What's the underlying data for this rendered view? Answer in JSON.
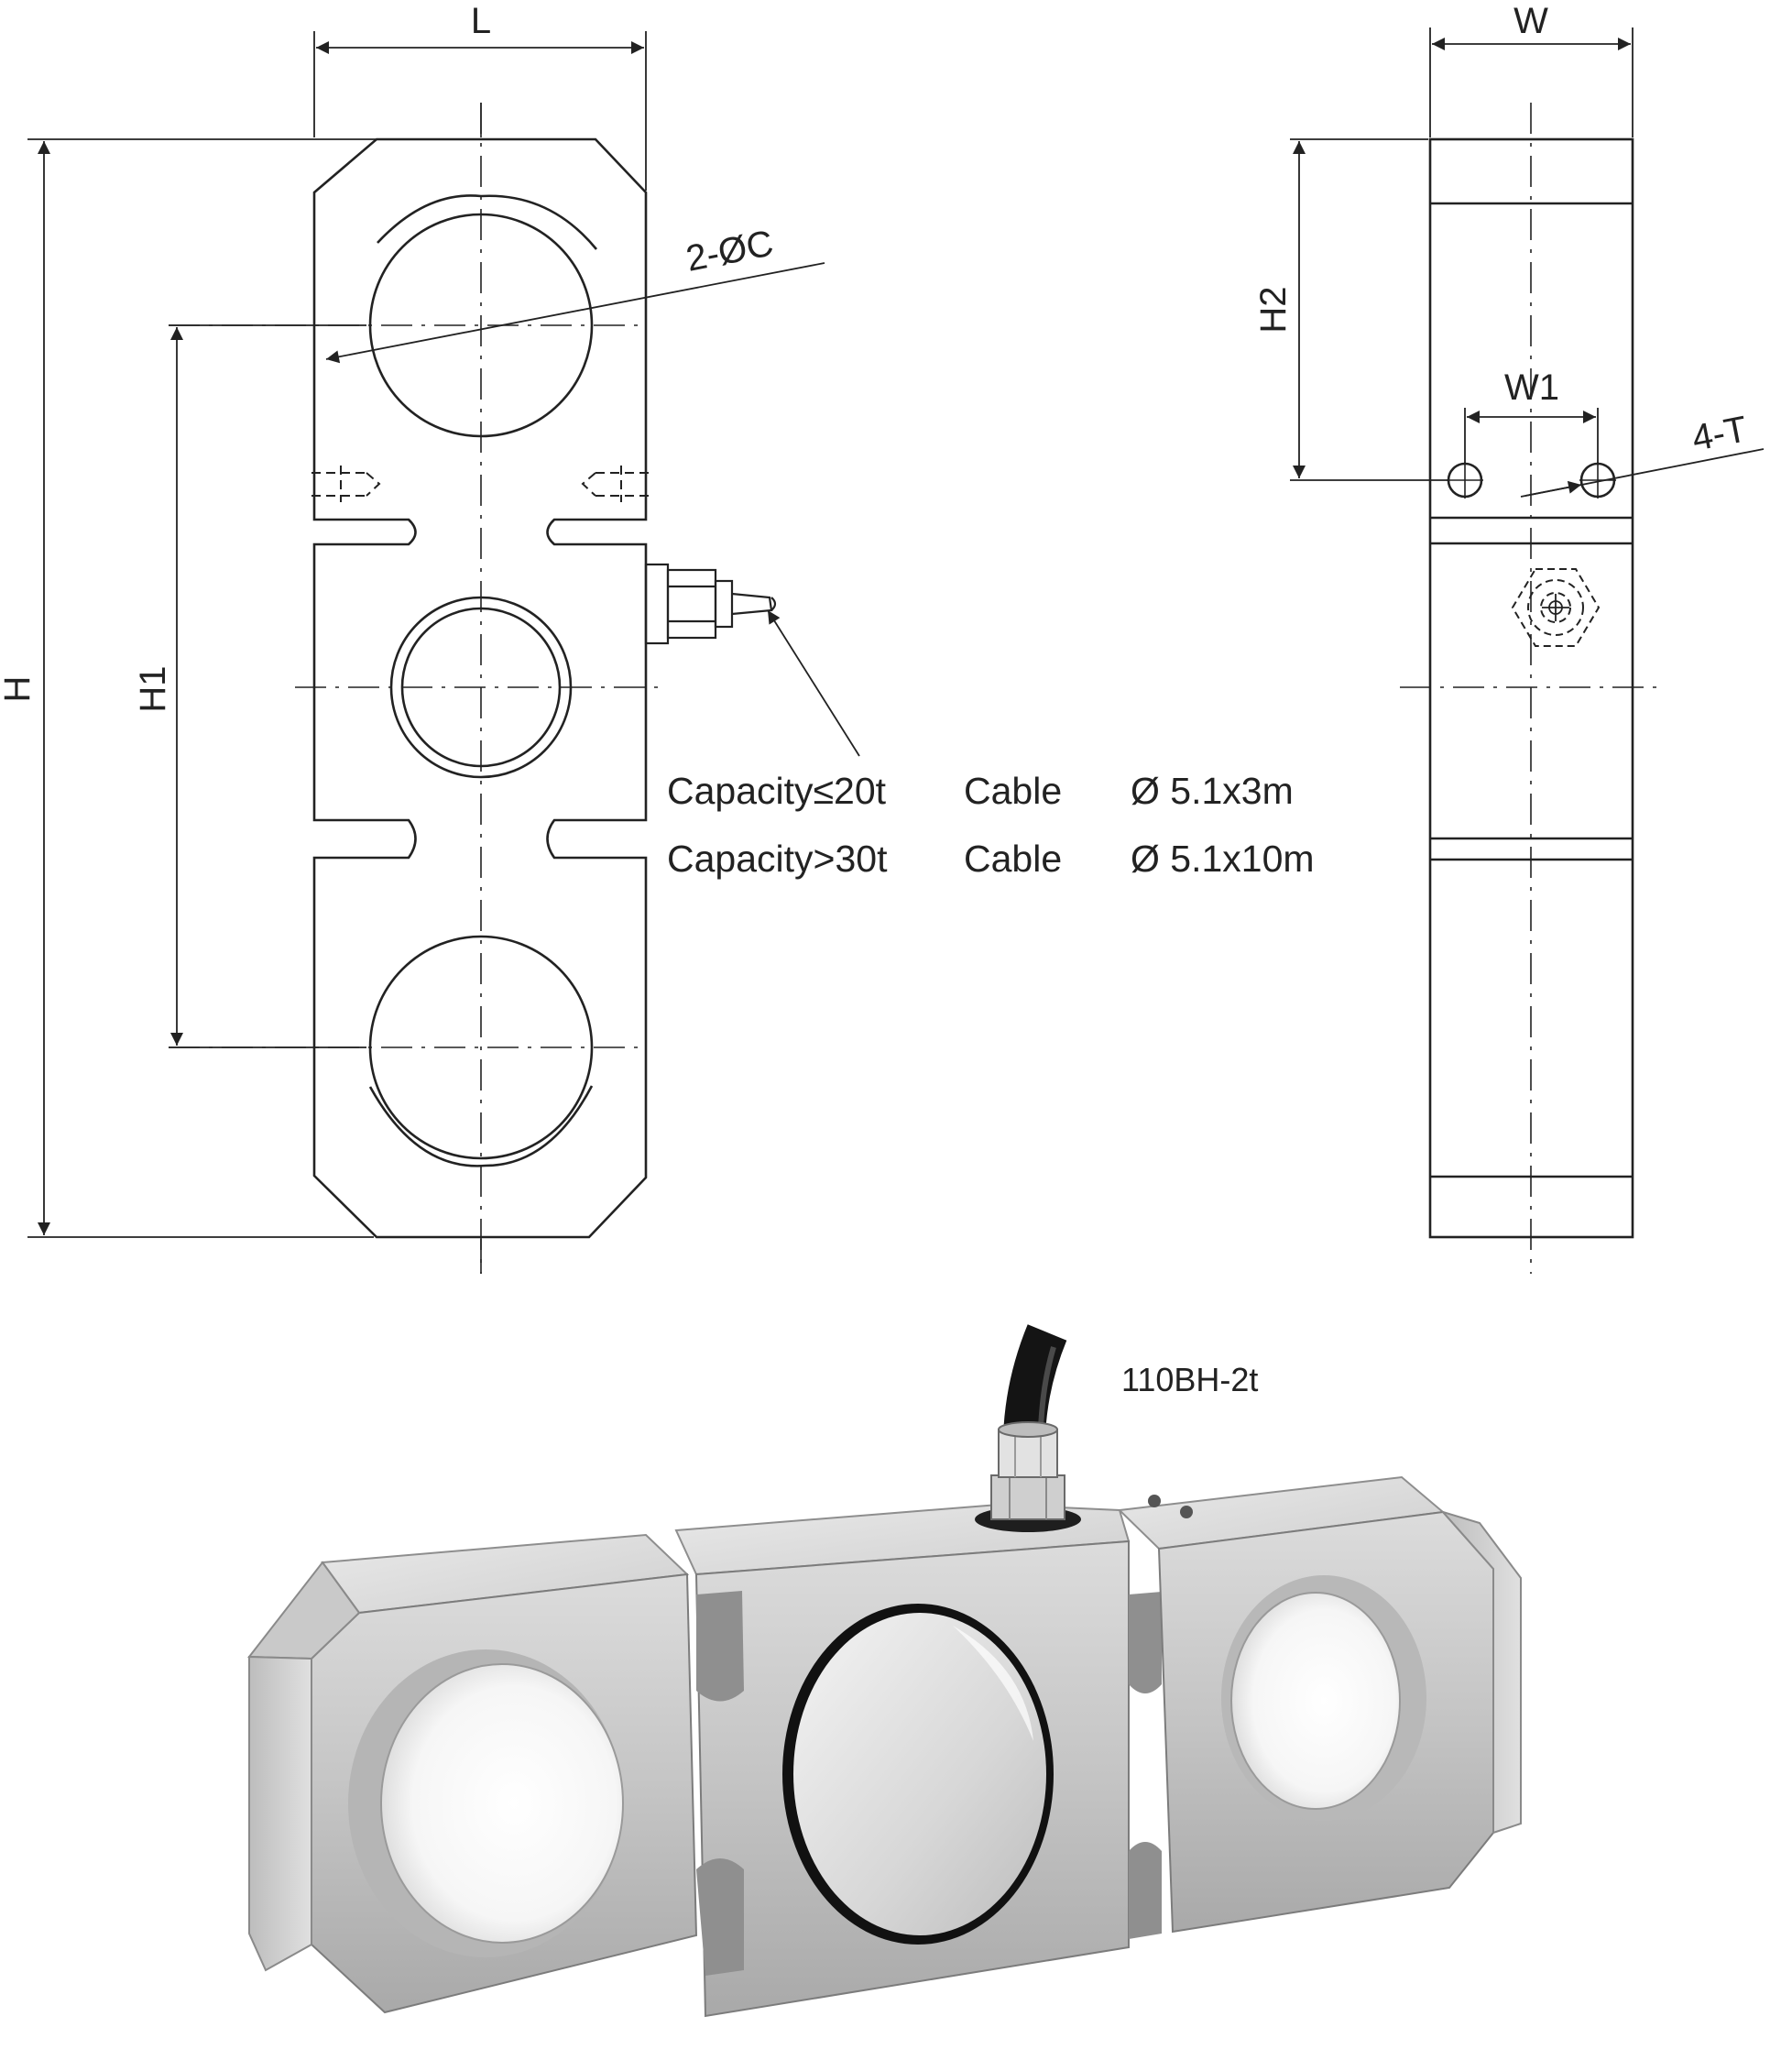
{
  "drawing": {
    "front_view": {
      "dim_L": "L",
      "dim_H": "H",
      "dim_H1": "H1",
      "hole_callout": "2-ØC"
    },
    "side_view": {
      "dim_W": "W",
      "dim_H2": "H2",
      "dim_W1": "W1",
      "thread_callout": "4-T"
    },
    "cable_notes": [
      {
        "capacity": "Capacity≤20t",
        "cable": "Cable",
        "spec": "Ø 5.1x3m"
      },
      {
        "capacity": "Capacity>30t",
        "cable": "Cable",
        "spec": "Ø  5.1x10m"
      }
    ]
  },
  "photo": {
    "model_label": "110BH-2t"
  }
}
